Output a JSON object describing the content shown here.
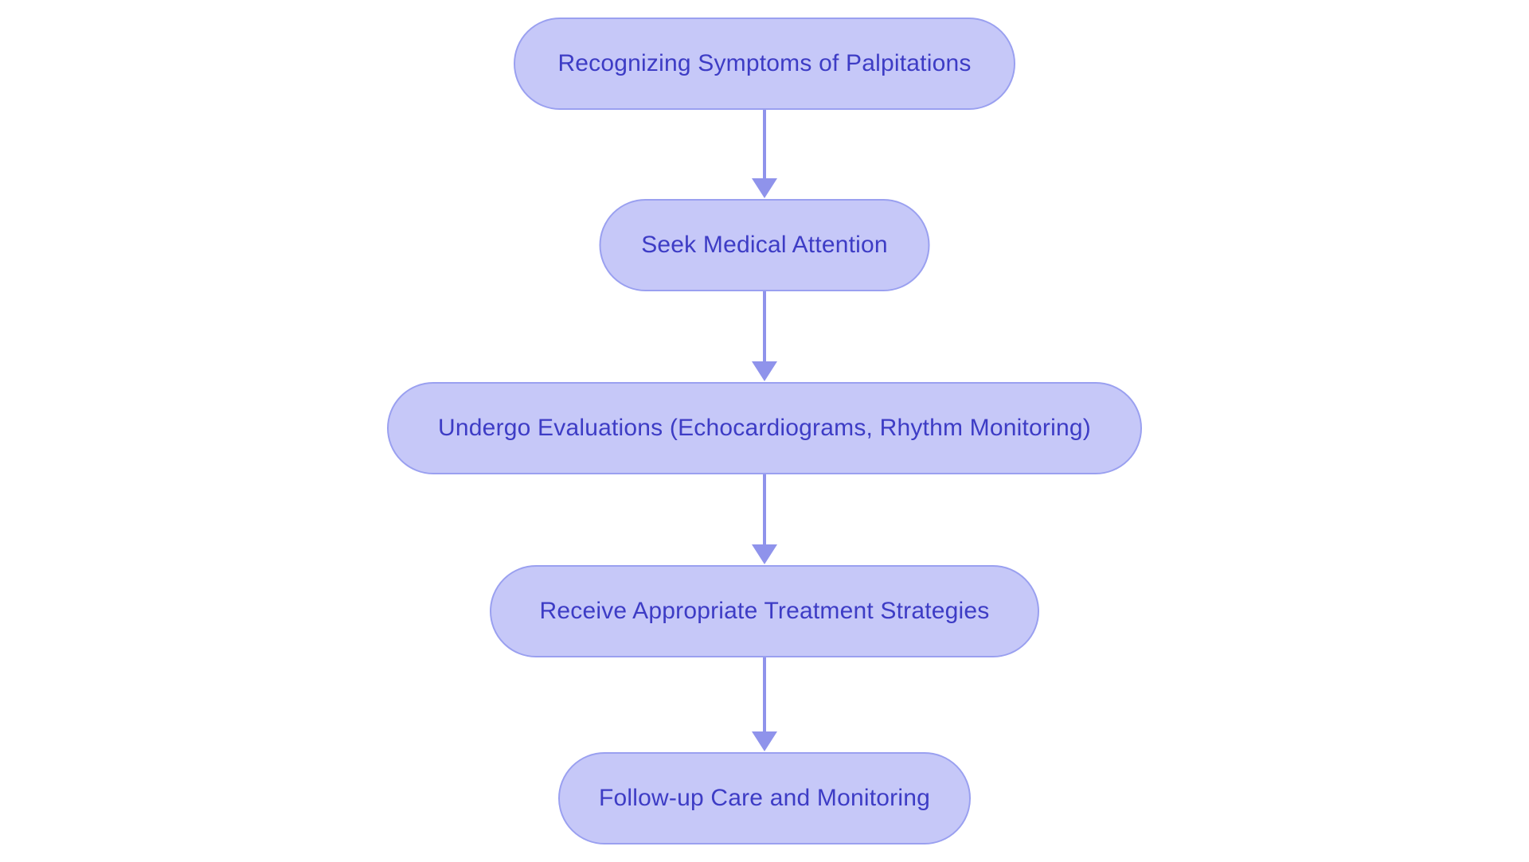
{
  "diagram": {
    "type": "flowchart",
    "direction": "top-down",
    "nodes": [
      {
        "id": "step-1",
        "label": "Recognizing Symptoms of Palpitations"
      },
      {
        "id": "step-2",
        "label": "Seek Medical Attention"
      },
      {
        "id": "step-3",
        "label": "Undergo Evaluations (Echocardiograms, Rhythm Monitoring)"
      },
      {
        "id": "step-4",
        "label": "Receive Appropriate Treatment Strategies"
      },
      {
        "id": "step-5",
        "label": "Follow-up Care and Monitoring"
      }
    ],
    "edges": [
      {
        "from": "step-1",
        "to": "step-2"
      },
      {
        "from": "step-2",
        "to": "step-3"
      },
      {
        "from": "step-3",
        "to": "step-4"
      },
      {
        "from": "step-4",
        "to": "step-5"
      }
    ],
    "colors": {
      "node_fill": "#c6c8f8",
      "node_border": "#9aa0f0",
      "node_text": "#3d3cc5",
      "arrow": "#8f93eb",
      "background": "#ffffff"
    }
  }
}
